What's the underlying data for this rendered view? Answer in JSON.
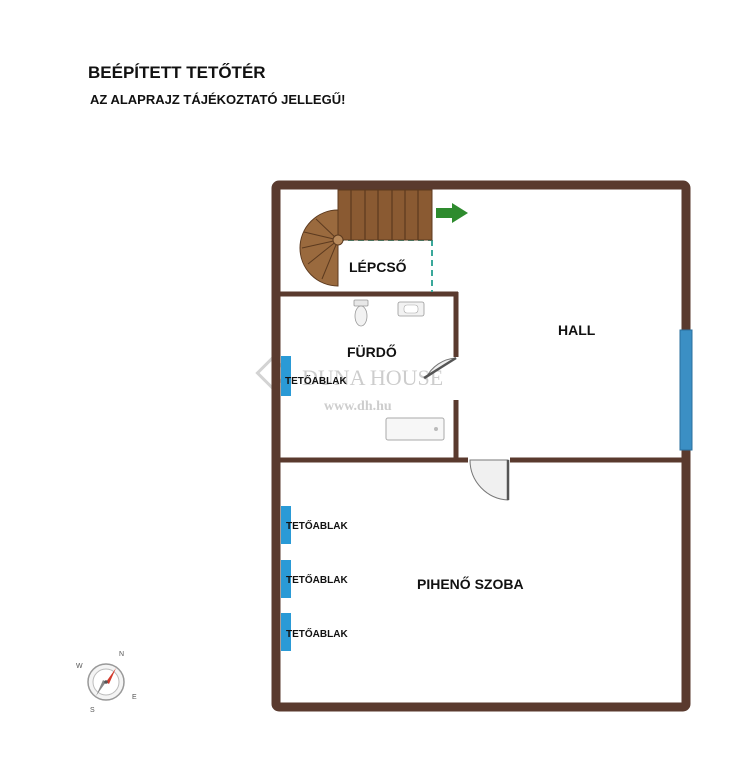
{
  "header": {
    "title": "BEÉPÍTETT TETŐTÉR",
    "subtitle": "AZ ALAPRAJZ TÁJÉKOZTATÓ JELLEGŰ!"
  },
  "rooms": {
    "stairs": "LÉPCSŐ",
    "hall": "HALL",
    "bathroom": "FÜRDŐ",
    "rest_room": "PIHENŐ SZOBA"
  },
  "windows": {
    "bathroom_window": "TETŐABLAK",
    "rest_window_1": "TETŐABLAK",
    "rest_window_2": "TETŐABLAK",
    "rest_window_3": "TETŐABLAK"
  },
  "watermark": {
    "brand": "DUNA HOUSE",
    "url": "www.dh.hu"
  },
  "compass": {
    "letters": [
      "N",
      "E",
      "S",
      "W"
    ]
  },
  "colors": {
    "wall": "#5a3a2e",
    "window": "#2a9ad6",
    "stairs": "#8a5a32",
    "stairs_dark": "#5c3a1f",
    "arrow": "#2e8b2e",
    "dashed": "#3aa89a",
    "window_strip": "#3b8fc4"
  }
}
